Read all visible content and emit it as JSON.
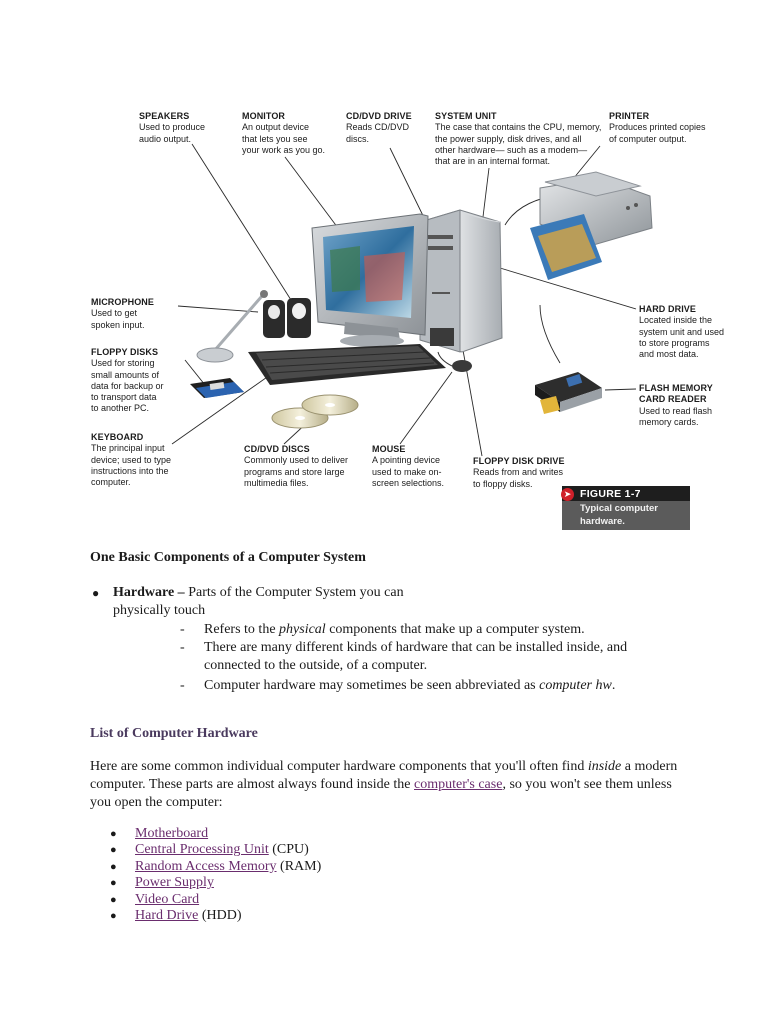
{
  "figure": {
    "callouts": [
      {
        "title": "SPEAKERS",
        "desc": "Used to produce\naudio output."
      },
      {
        "title": "MONITOR",
        "desc": "An output device\nthat lets you see\nyour work as you go."
      },
      {
        "title": "CD/DVD DRIVE",
        "desc": "Reads CD/DVD\ndiscs."
      },
      {
        "title": "SYSTEM UNIT",
        "desc": "The case that contains the CPU, memory,\nthe power supply, disk drives, and all\nother hardware— such as a modem—\nthat are in an internal format."
      },
      {
        "title": "PRINTER",
        "desc": "Produces printed copies\nof computer output."
      },
      {
        "title": "MICROPHONE",
        "desc": "Used to get\nspoken input."
      },
      {
        "title": "FLOPPY DISKS",
        "desc": "Used for storing\nsmall amounts of\ndata for backup or\nto transport data\nto another PC."
      },
      {
        "title": "KEYBOARD",
        "desc": "The principal input\ndevice; used to type\ninstructions into the\ncomputer."
      },
      {
        "title": "CD/DVD DISCS",
        "desc": "Commonly used to deliver\nprograms and store large\nmultimedia files."
      },
      {
        "title": "MOUSE",
        "desc": "A pointing device\nused to make on-\nscreen selections."
      },
      {
        "title": "FLOPPY DISK DRIVE",
        "desc": "Reads from and writes\nto floppy disks."
      },
      {
        "title": "HARD DRIVE",
        "desc": "Located inside the\nsystem unit and used\nto store programs\nand most data."
      },
      {
        "title": "FLASH MEMORY\nCARD READER",
        "desc": "Used to read flash\nmemory cards."
      }
    ],
    "badge_number": "FIGURE 1-7",
    "badge_caption": "Typical computer hardware."
  },
  "heading": "One Basic Components of a Computer System",
  "hardware": {
    "term": "Hardware –",
    "def_line1": " Parts of the Computer System you can",
    "def_line2": "physically touch",
    "points": [
      {
        "pre": "Refers to the ",
        "em": "physical",
        "post": " components that make up a computer system."
      },
      {
        "pre": "There are many different kinds of hardware that can be installed inside, and",
        "em": "",
        "post": ""
      },
      {
        "pre": "connected to the outside, of a computer.",
        "em": "",
        "post": ""
      },
      {
        "pre": "Computer hardware may sometimes be seen abbreviated as ",
        "em": "computer hw",
        "post": "."
      }
    ]
  },
  "list_heading": "List of Computer Hardware",
  "intro": {
    "l1_pre": "Here are some common individual computer hardware components that you'll often find ",
    "l1_em": "inside",
    "l1_post": " a modern",
    "l2_pre": "computer. These parts are almost always found inside the ",
    "l2_link": "computer's case",
    "l2_post": ", so you won't see them unless",
    "l3": "you open the computer:"
  },
  "components": [
    {
      "link": "Motherboard",
      "suffix": ""
    },
    {
      "link": "Central Processing Unit",
      "suffix": " (CPU)"
    },
    {
      "link": "Random Access Memory",
      "suffix": " (RAM)"
    },
    {
      "link": "Power Supply",
      "suffix": ""
    },
    {
      "link": "Video Card",
      "suffix": ""
    },
    {
      "link": "Hard Drive",
      "suffix": " (HDD)"
    }
  ]
}
